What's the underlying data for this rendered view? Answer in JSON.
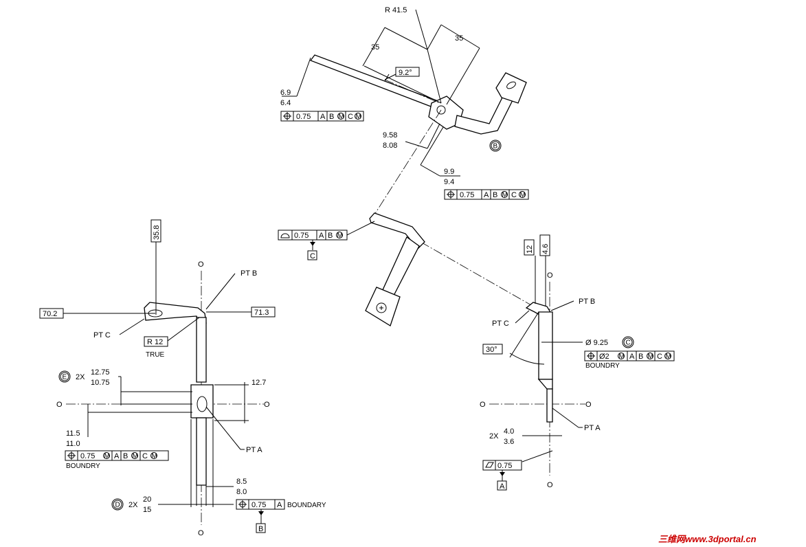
{
  "top_view": {
    "r_label": "R 41.5",
    "dim_35_left": "35",
    "dim_35_right": "35",
    "angle_box": "9.2°",
    "dim_upper": "6.9",
    "dim_lower": "6.4",
    "fcf": [
      "0.75",
      "A",
      "B",
      "C"
    ],
    "dim_958": "9.58",
    "dim_808": "8.08",
    "dim_99": "9.9",
    "dim_94": "9.4",
    "fcf2": [
      "0.75",
      "A",
      "B",
      "C"
    ],
    "datum_B_circle": "B"
  },
  "middle_view": {
    "profile_fcf": [
      "0.75",
      "A",
      "B"
    ],
    "datum_C": "C"
  },
  "left_view": {
    "dim_358": "35.8",
    "dim_702": "70.2",
    "dim_713": "71.3",
    "pt_b": "PT B",
    "pt_c": "PT C",
    "r12": "R 12",
    "true_label": "TRUE",
    "circle_E": "E",
    "prefix_2x": "2X",
    "dim_1275": "12.75",
    "dim_1075": "10.75",
    "dim_127": "12.7",
    "dim_115": "11.5",
    "dim_110": "11.0",
    "fcf": [
      "0.75",
      "A",
      "B",
      "C"
    ],
    "boundry": "BOUNDRY",
    "pt_a": "PT A",
    "dim_85": "8.5",
    "dim_80": "8.0",
    "circle_D": "D",
    "prefix_2x_d": "2X",
    "dim_20": "20",
    "dim_15": "15",
    "fcf_boundary": [
      "0.75",
      "A"
    ],
    "boundary": "BOUNDARY",
    "datum_B": "B",
    "o_label": "O"
  },
  "right_view": {
    "dim_12": "12",
    "dim_46": "4.6",
    "pt_b": "PT B",
    "pt_c": "PT C",
    "dia_925": "Ø 9.25",
    "circle_C": "C",
    "angle_30": "30°",
    "fcf": [
      "Ø2",
      "A",
      "B",
      "C"
    ],
    "boundry": "BOUNDRY",
    "pt_a": "PT A",
    "prefix_2x": "2X",
    "dim_40": "4.0",
    "dim_36": "3.6",
    "flat_fcf": "0.75",
    "datum_A": "A",
    "o_label": "O"
  },
  "watermark": "三维网www.3dportal.cn"
}
